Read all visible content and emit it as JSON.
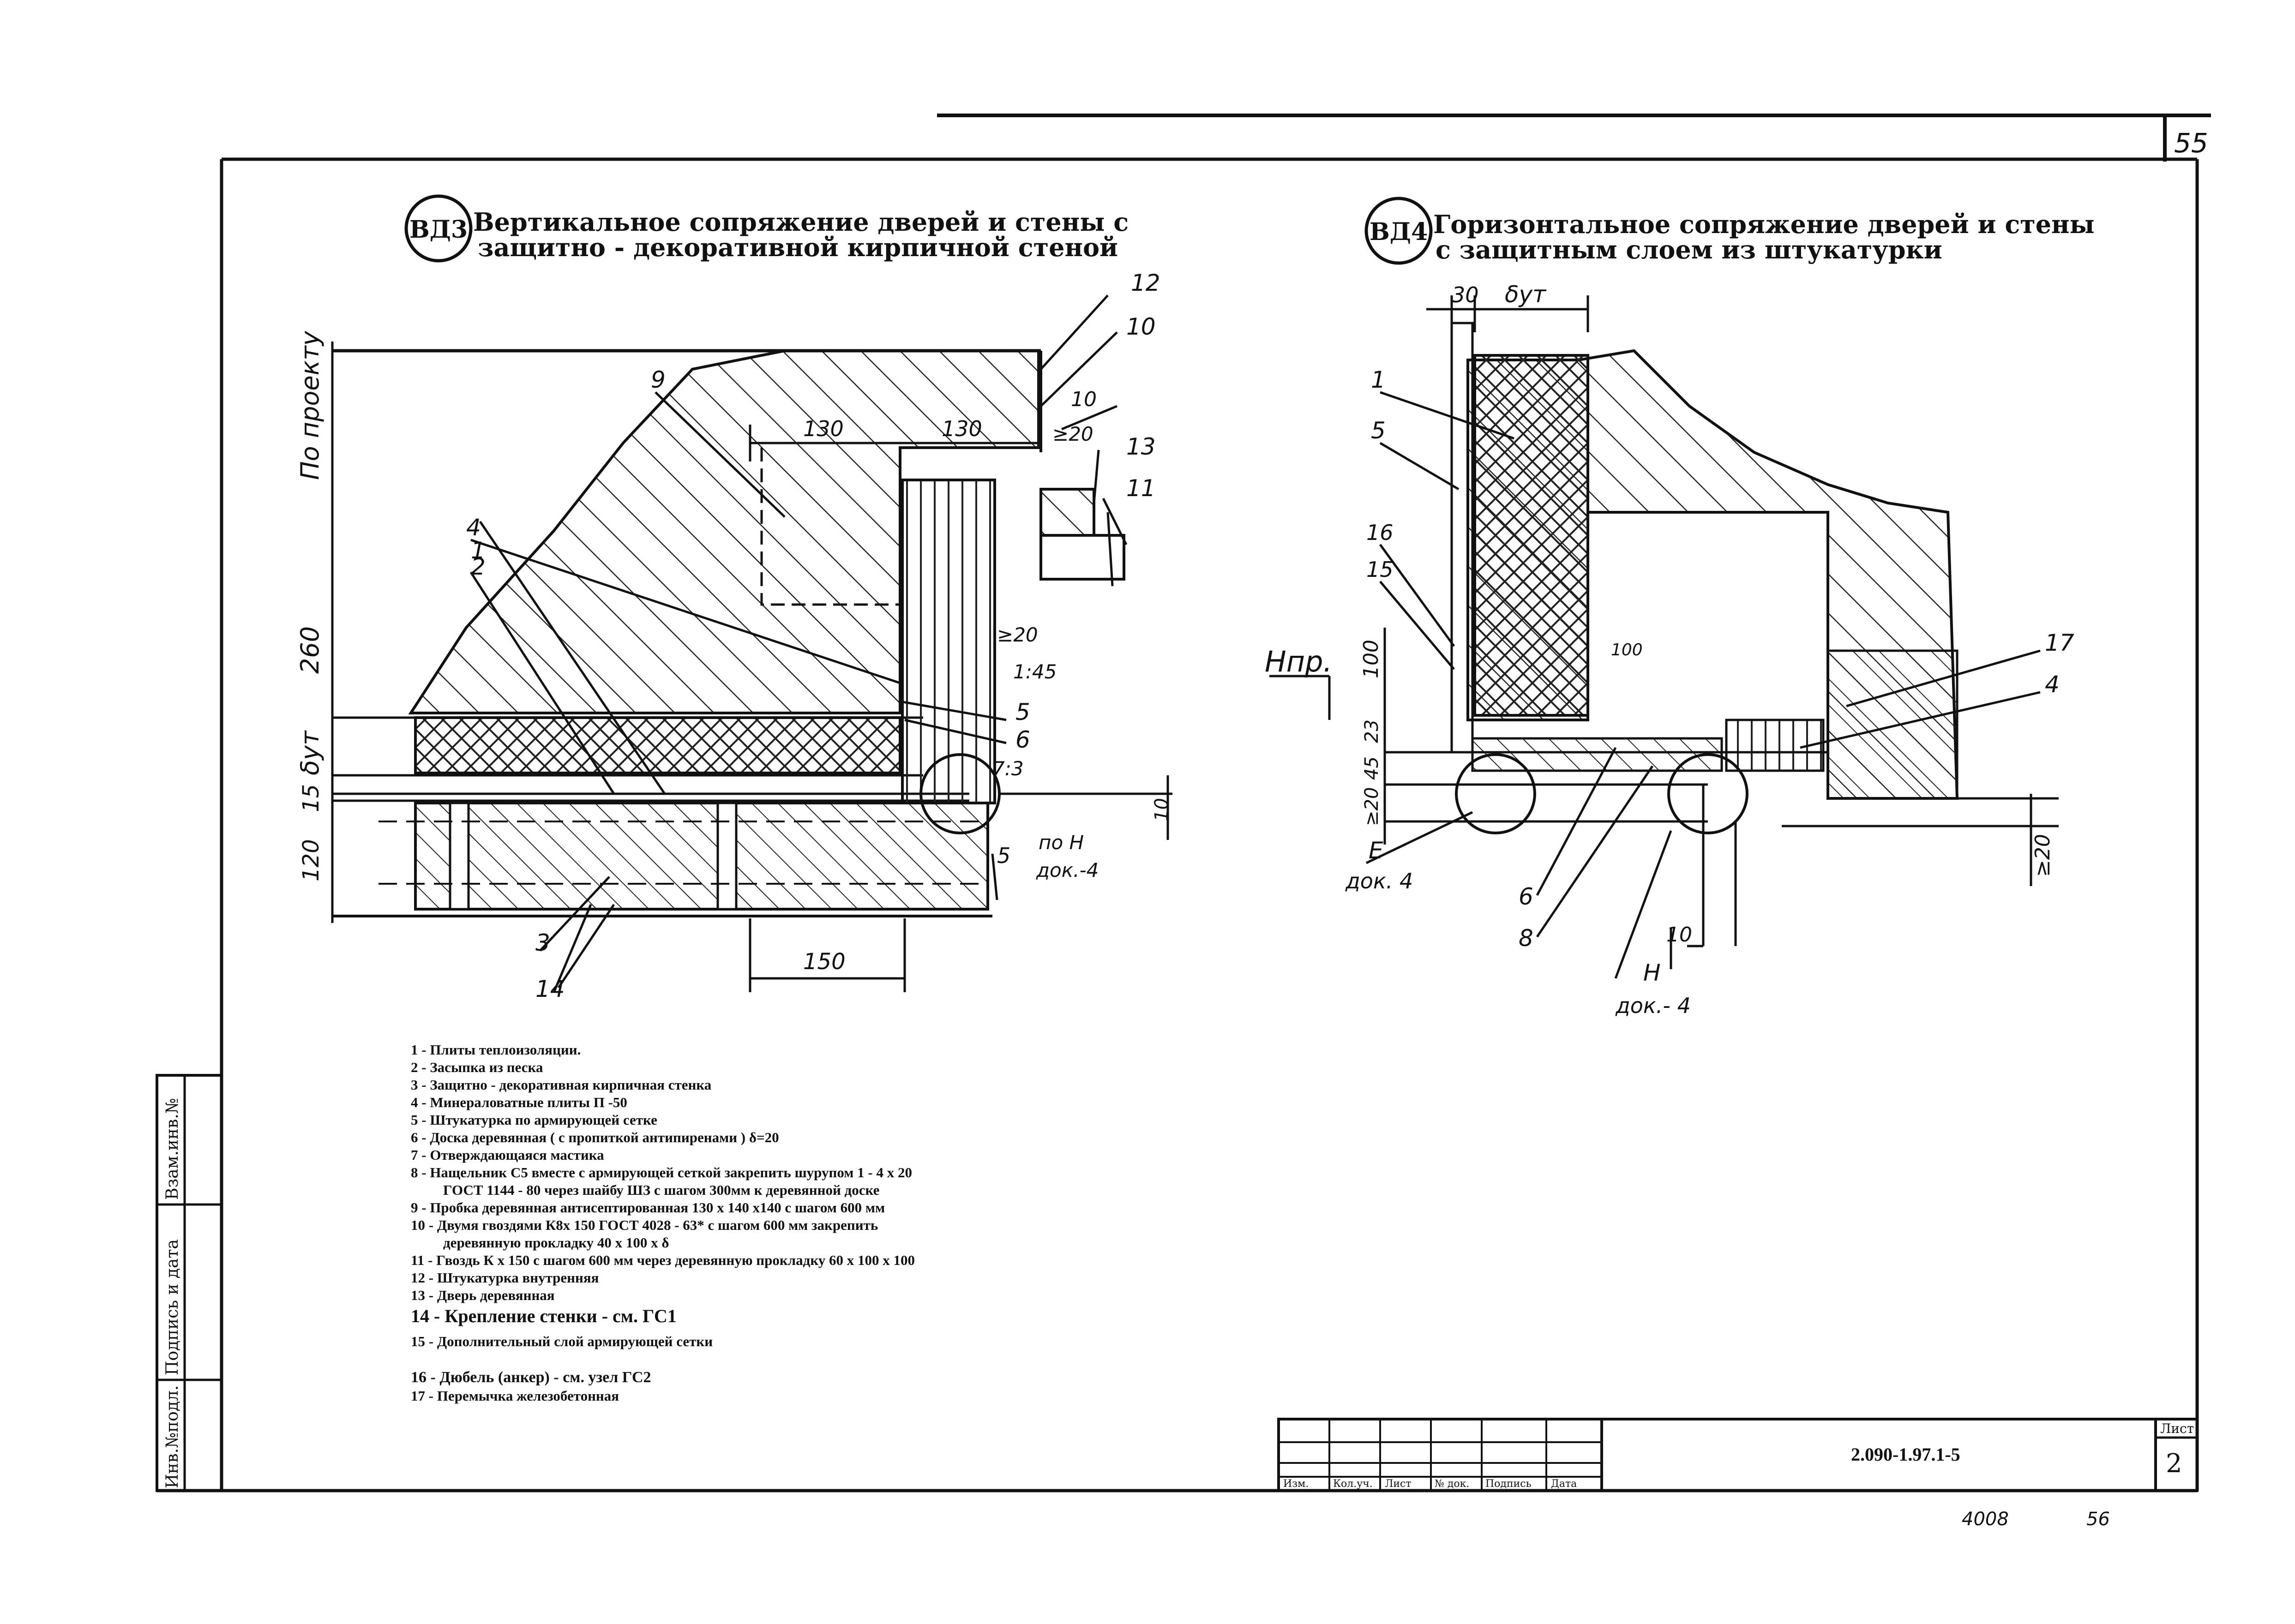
{
  "page_number": "55",
  "detail_vd3": {
    "code": "ВД3",
    "title_line1": "Вертикальное сопряжение дверей и стены с",
    "title_line2": "защитно - декоративной кирпичной стеной",
    "dims": {
      "po_proektu": "По проекту",
      "d260": "260",
      "d_ut": "δут",
      "d15": "15",
      "d120": "120",
      "d130a": "130",
      "d130b": "130",
      "ge20a": "≥20",
      "ge20b": "≥20",
      "d10": "10",
      "d150": "150",
      "slope": "1:45",
      "ratio": "7:3"
    },
    "callouts": [
      "12",
      "10",
      "10",
      "13",
      "11",
      "9",
      "4",
      "1",
      "2",
      "3",
      "5",
      "6",
      "14",
      "5"
    ],
    "ref_po": "по Н",
    "ref_dok": "док.-4"
  },
  "detail_vd4": {
    "code": "ВД4",
    "title_line1": "Горизонтальное сопряжение дверей и стены",
    "title_line2": "с защитным слоем из штукатурки",
    "dims": {
      "d30": "30",
      "d_ut": "δут",
      "d100": "100",
      "d23": "23",
      "d45": "45",
      "ge20a": "≥20",
      "ge20b": "≥20",
      "d10": "10",
      "d100b": "100"
    },
    "h_pr": "Нпр.",
    "callouts": [
      "1",
      "5",
      "16",
      "15",
      "17",
      "4",
      "6",
      "8"
    ],
    "ref_E": "Е",
    "ref_E_dok": "док. 4",
    "ref_H": "Н",
    "ref_H_dok": "док.- 4"
  },
  "legend": [
    "1 - Плиты теплоизоляции.",
    "2 - Засыпка из песка",
    "3 - Защитно - декоративная кирпичная стенка",
    "4 - Минераловатные плиты П -50",
    "5 - Штукатурка по армирующей сетке",
    "6 - Доска деревянная ( с пропиткой антипиренами ) δ=20",
    "7 - Отверждающаяся мастика",
    "8 - Нащельник С5 вместе с армирующей сеткой закрепить шурупом 1 - 4 х 20",
    "ГОСТ 1144 - 80 через шайбу ШЗ с шагом 300мм к деревянной доске",
    "9 - Пробка деревянная антисептированная 130 х 140 х140 с шагом 600 мм",
    "10 - Двумя гвоздями К8х 150 ГОСТ 4028 - 63* с шагом 600 мм закрепить",
    "деревянную прокладку 40 х 100 х δ",
    "11 - Гвоздь К х 150 с шагом 600 мм через деревянную прокладку 60 х 100 х 100",
    "12 - Штукатурка внутренняя",
    "13 - Дверь деревянная",
    "14 - Крепление стенки - см. ГС1",
    "15 - Дополнительный слой армирующей сетки",
    "16 - Дюбель (анкер) - см. узел ГС2",
    "17 - Перемычка железобетонная"
  ],
  "side_stamp": [
    "Инв.№подл.",
    "Подпись и дата",
    "Взам.инв.№"
  ],
  "title_block": {
    "doc_code": "2.090-1.97.1-5",
    "sheet_label": "Лист",
    "sheet_number": "2",
    "bottom_cols": [
      "Изм.",
      "Кол.уч.",
      "Лист",
      "№ док.",
      "Подпись",
      "Дата"
    ]
  },
  "footer_notes": [
    "4008",
    "56"
  ]
}
